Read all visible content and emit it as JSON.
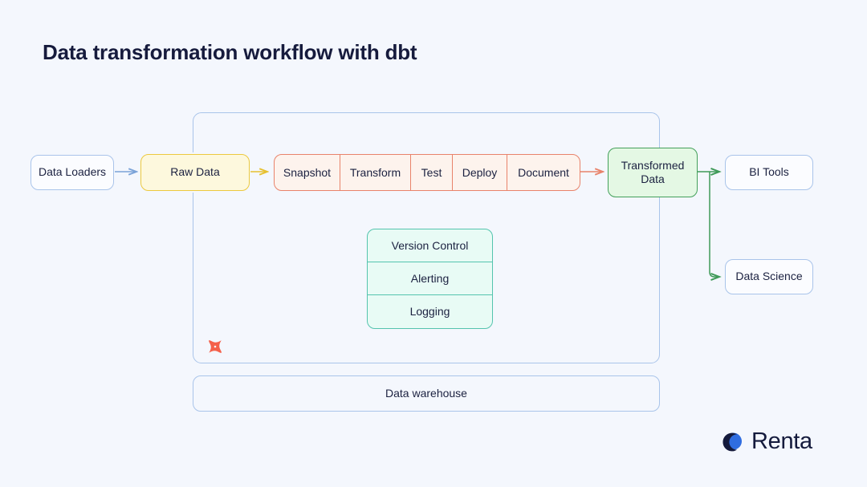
{
  "page": {
    "title": "Data transformation workflow with dbt",
    "background_color": "#f4f7fd"
  },
  "nodes": {
    "data_loaders": {
      "label": "Data Loaders",
      "border_color": "#a9c4ea",
      "fill_color": "#fbfcff"
    },
    "raw_data": {
      "label": "Raw Data",
      "border_color": "#ecc93f",
      "fill_color": "#fdf8dd"
    },
    "transformed_data": {
      "label": "Transformed\nData",
      "line1": "Transformed",
      "line2": "Data",
      "border_color": "#43a05a",
      "fill_color": "#e4f8e4"
    },
    "bi_tools": {
      "label": "BI Tools",
      "border_color": "#a9c4ea",
      "fill_color": "#fbfcff"
    },
    "data_science": {
      "label": "Data Science",
      "border_color": "#a9c4ea",
      "fill_color": "#fbfcff"
    },
    "data_warehouse": {
      "label": "Data warehouse",
      "border_color": "#a9c4ea",
      "fill_color": "transparent"
    }
  },
  "pipeline": {
    "border_color": "#e8836b",
    "fill_color": "#fdf3ed",
    "steps": [
      {
        "label": "Snapshot",
        "width": 82
      },
      {
        "label": "Transform",
        "width": 88
      },
      {
        "label": "Test",
        "width": 52
      },
      {
        "label": "Deploy",
        "width": 68
      },
      {
        "label": "Document",
        "width": 90
      }
    ]
  },
  "services": {
    "border_color": "#54c4ae",
    "fill_color": "#e8fbf5",
    "rows": [
      {
        "label": "Version Control"
      },
      {
        "label": "Alerting"
      },
      {
        "label": "Logging"
      }
    ]
  },
  "container": {
    "name": "dbt-scope-container",
    "border_color": "#a9c4ea"
  },
  "logos": {
    "dbt": {
      "name": "dbt-logo-icon",
      "color": "#f4604a"
    },
    "renta": {
      "name": "renta-logo",
      "word": "Renta",
      "mark_blue": "#2f6de0",
      "mark_navy": "#141a3c",
      "word_color": "#141a3c"
    }
  },
  "arrows": {
    "loaders_to_raw": {
      "color": "#7ba3d8"
    },
    "raw_to_pipeline": {
      "color": "#e6c02f"
    },
    "pipeline_to_transformed": {
      "color": "#e8836b"
    },
    "transformed_to_bi": {
      "color": "#3f9a58"
    },
    "transformed_to_ds": {
      "color": "#3f9a58"
    }
  }
}
